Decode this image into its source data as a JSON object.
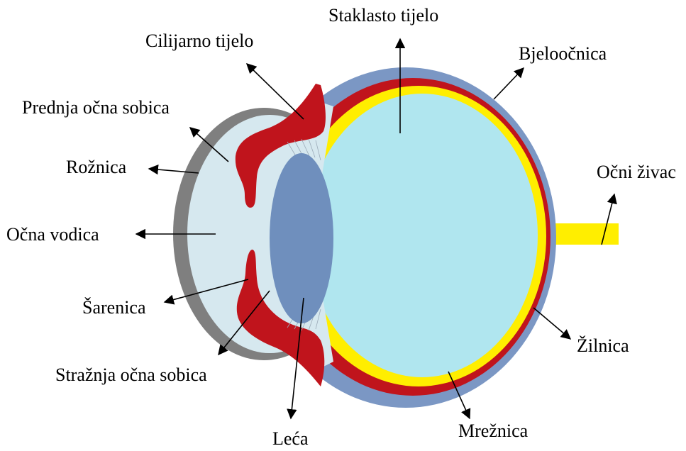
{
  "labels": {
    "staklasto_tijelo": "Staklasto tijelo",
    "cilijarno_tijelo": "Cilijarno tijelo",
    "bjeloocnica": "Bjeloočnica",
    "prednja_ocna_sobica": "Prednja očna sobica",
    "roznica": "Rožnica",
    "ocni_zivac": "Očni živac",
    "ocna_vodica": "Očna vodica",
    "sarenica": "Šarenica",
    "zilnica": "Žilnica",
    "straznja_ocna_sobica": "Stražnja očna sobica",
    "leca": "Leća",
    "mreznica": "Mrežnica"
  },
  "colors": {
    "sclera": "#7b97c4",
    "choroid": "#c0141c",
    "retina": "#ffee00",
    "vitreous": "#b0e6ef",
    "lens": "#6f8fbd",
    "cornea": "#7f7f7f",
    "aqueous": "#d6e8ef",
    "iris": "#c0141c",
    "optic_nerve": "#ffee00"
  }
}
